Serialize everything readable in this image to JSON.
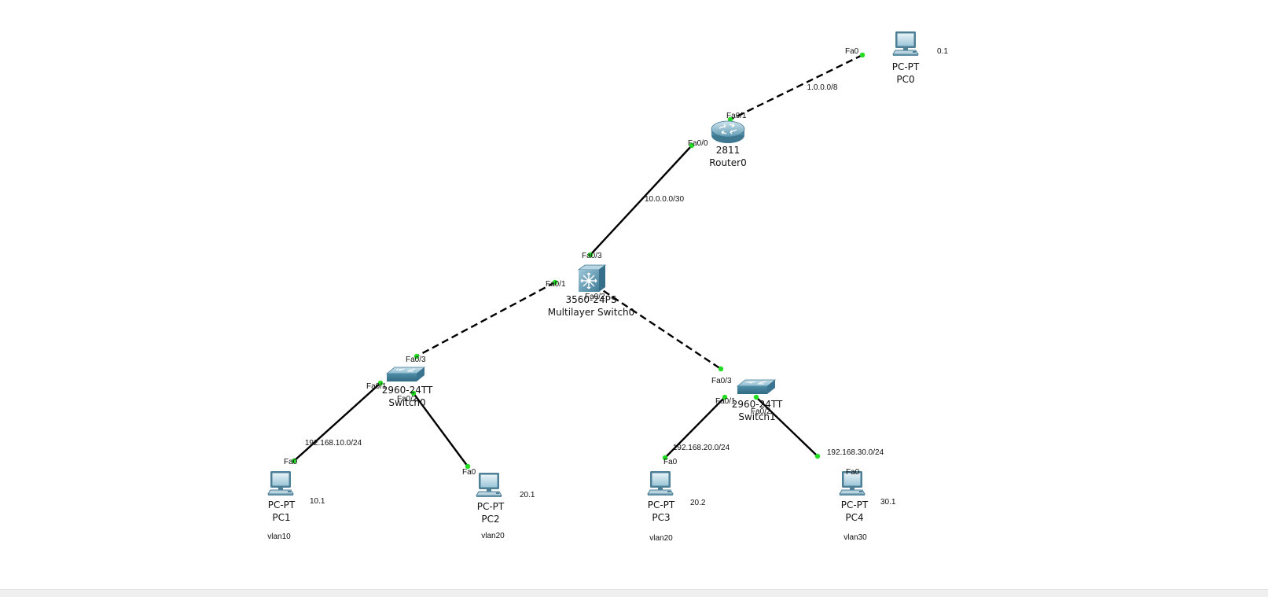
{
  "devices": {
    "pc0": {
      "model": "PC-PT",
      "name": "PC0",
      "note": "0.1"
    },
    "router0": {
      "model": "2811",
      "name": "Router0"
    },
    "mls0": {
      "model": "3560-24PS",
      "name": "Multilayer Switch0"
    },
    "switch0": {
      "model": "2960-24TT",
      "name": "Switch0"
    },
    "switch1": {
      "model": "2960-24TT",
      "name": "Switch1"
    },
    "pc1": {
      "model": "PC-PT",
      "name": "PC1",
      "note": "10.1",
      "vlan": "vlan10"
    },
    "pc2": {
      "model": "PC-PT",
      "name": "PC2",
      "note": "20.1",
      "vlan": "vlan20"
    },
    "pc3": {
      "model": "PC-PT",
      "name": "PC3",
      "note": "20.2",
      "vlan": "vlan20"
    },
    "pc4": {
      "model": "PC-PT",
      "name": "PC4",
      "note": "30.1",
      "vlan": "vlan30"
    }
  },
  "ports": {
    "pc0_fa0": "Fa0",
    "router0_fa01": "Fa0/1",
    "router0_fa00": "Fa0/0",
    "mls0_fa03": "Fa0/3",
    "mls0_fa01": "Fa0/1",
    "mls0_fa02": "Fa0/2",
    "switch0_fa03": "Fa0/3",
    "switch0_fa01": "Fa0/1",
    "switch0_fa02": "Fa0/2",
    "switch1_fa03": "Fa0/3",
    "switch1_fa01": "Fa0/1",
    "switch1_fa02": "Fa0/2",
    "pc1_fa0": "Fa0",
    "pc2_fa0": "Fa0",
    "pc3_fa0": "Fa0",
    "pc4_fa0": "Fa0"
  },
  "networks": {
    "pc0_router": "1.0.0.0/8",
    "router_mls": "10.0.0.0/30",
    "sw0_pc1": "192.168.10.0/24",
    "sw1_pc3": "192.168.20.0/24",
    "sw1_pc4": "192.168.30.0/24"
  },
  "colors": {
    "link": "#000000",
    "port_indicator": "#22dd22",
    "device": "#5b9bb5"
  }
}
